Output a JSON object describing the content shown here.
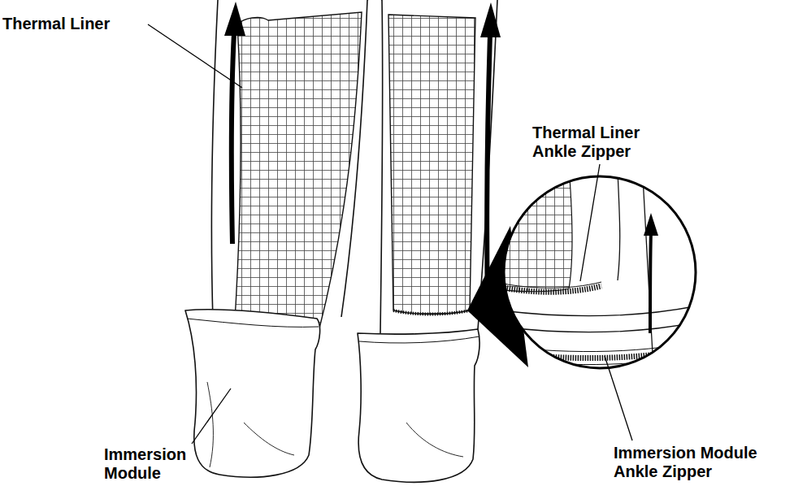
{
  "diagram": {
    "labels": [
      "Thermal Liner",
      "Thermal Liner Ankle Zipper",
      "Immersion Module",
      "Immersion Module Ankle Zipper"
    ]
  }
}
